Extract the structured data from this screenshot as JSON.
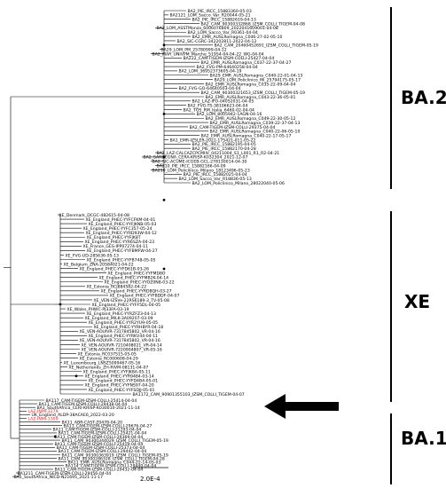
{
  "clades": [
    {
      "label": "BA.2"
    },
    {
      "label": "XE"
    },
    {
      "label": "BA.1"
    }
  ],
  "scale_bar_label": "2.0E-4",
  "highlight_color": "#d62728",
  "tip_color": "#000000",
  "ba2_tips": [
    "BA2_PIE_IRCC_15883360-05-03",
    "BA2121_LOM_Sacco_Var_R20044-05-21",
    "BA2_PIE_IRCC_15882619-04-13",
    "BA2_CAM_90300332868_IZSM_COLLI_TIGEM-04-08",
    "BA2_LOM_ASSTMonza_6006076809_2022041609001-04-08",
    "BA2_LOM_Sacco_Var_R0361-04-04",
    "BA2_EMR_AUSLRomagna_C046-27-02-05-10",
    "BA2_SIC-CGRC-342202811-2022-04-12",
    "BA2_CAM_20460452691_IZSM_COLLI_TIGEM-05-19",
    "BA29_LOM_PM_25780999-04-12",
    "BA2_MAR_UNIVPM_Marche_51954-04-04-22_WG-04-04",
    "BA222_CAM-TIGEM-IZSM-COLLI-25427-04-04",
    "BA2_EMR_AUSLRomagna_C037-22-37-04-27",
    "BA2_FVG-PM-64640258-04-04",
    "BA2_LOM_36952373605-04-19",
    "BA29_EMR_AUSLRomagna_C040-22-01-04-13",
    "BA29_LOM_Policlinico_Mi_25794175-05-17",
    "BA2_EMR_AUSLRomagna_C035-22-09-04-04",
    "BA2_FVG-GO-64640503-04-04",
    "BA2_CAM_90300321653_IZSM_COLLI_TIGEM-05-19",
    "BA2_EMR_AUSLRomagna_C043-22-36-05-01",
    "BA2_LAZ-IFO-04052031-04-05",
    "BA2_FVG-TS-38106623-04-04",
    "BA2_TOS_RM_Italia_6460-02-04-04",
    "BA2_LOM_8005942-1AGN-04-16",
    "BA2_EMR_AUSLRomagna_C049-22-30-05-12",
    "BA2_EMR_AUSLRomagna_C039-22-37-04-13",
    "BA2_CAM-TIGEM-IZSM-COLLI-29375-04-04",
    "BA2_EMR_AUSLRomagna_C040-22-06-05-10",
    "BA2_EMR_AUSLRomagna_C040-22-17-05-17",
    "BA1_EMR-IZSLER-2022-175421-011-05-22",
    "BA2_PIE_IRCC_15882195-04-05",
    "BA2_PIE_IRCC_15882170-04-28",
    "BA2_LAZ-CALCAZCPCMIIV_04211004_S1_L001_R1_R2-04-21",
    "BA2_SARDEGNA_CERA-KRISP-K032304_2021-12-07",
    "BA2_SIC-ACUME-ICGEB-GCL-278130014-04-30",
    "BA210_PIE_IRCC_15882166-04-09",
    "BA210_LOM_Policlinico_Milano_18123496-05-23",
    "BA2_PIE_IRCC_15882025-04-04",
    "BA2_LOM_Sacco_Var_R18836-05-13",
    "BA2_LOM_Policlinico_Milano_28022040-05-06"
  ],
  "xe_tips": [
    "XE_Denmark_DCGC-482615-04-08",
    "XE_England_PHEC-YYFCFKM-04-01",
    "XE_England_PHEC-YYFJKNB-05-03",
    "XE_England_PHEC-YYFC357-05-24",
    "XE_England_PHEC-YYRD93W-04-12",
    "XE_England_PHEC-YYFJK8T",
    "XE_England_PHEC-YYR6SZA-04-23",
    "XE_France_GES-IPP07274-04-11",
    "XE_England_PHEC-YYFBMFW-04-27",
    "XE_FVG-UD-285636-05-13",
    "XE_England_PHEC-YYFB748-05-05",
    "XE_Belgium_ZNA-20584021-04-22",
    "XE_England_PHEC-YYFD61B-03-26",
    "XE_England_PHEC-YYFMD8O",
    "XE_England_PHEC-YYFMB2K-04-14",
    "XE_England_PHEC-YYOZ0N8-03-22",
    "XE_Estonia_RCJ884582-04-22",
    "XE_England_PHEC-YYRD8QH-03-27",
    "XE_England_PHEC-YYFBDDF-04-07",
    "XE_VEN-IZSVe-22RS6189-3_TV-05-08",
    "XE_England_PHEC-YYFF5DL-04-05",
    "XE_Wales_PHWC-PJ33FA-03-19",
    "XE_England_PHEC-YYRZFZ3-04-13",
    "XE_England_MILK-3A09207-03-09",
    "XE_England_PHEC-YYR2YU9-05-05",
    "XE_England_PHEC-YYRHBYR-04-18",
    "XE_VEN-AOUIVR-7317845802_VR-04-16",
    "XE_England_PHEC-YYRKV44-04-11",
    "XE_VEN-AOUIVR-7317845802_VR-04-16",
    "XE_VEN-AOUIVR-7210408021_VR-04-14",
    "XE_VEN-AOUIVR-7220904807_VR-05-16",
    "XE_Estonia_RC037515-05-05",
    "XE_Estonia_RC000608-04-29",
    "XE_Luxembourg_LNSZ5099467-05-16",
    "XE_Netherlands_ZH-RIVM-08131-04-07",
    "XE_England_PHEC-YYFJK8A-05-11",
    "XE_England_PHEC-YYR9484-03-14",
    "XE_England_PHEC-YYFD4B4-05-01",
    "XE_England_PHEC-YYFNS97-04-20",
    "XE_England_PHEC-YYFSDJJ-05-01",
    "BA1172_CAM_90901355103_IZSM_COLLI_TIGEM-04-07"
  ],
  "ba1_tips": [
    {
      "label": "BA117_CAM-TIGEM-IZSM-COLLI-25414-04-04",
      "highlight": false
    },
    {
      "label": "BA11_CAM-TIGEM-IZSM-COLLI-29438-04-04",
      "highlight": false
    },
    {
      "label": "BA1_SouthAfrica_CERI-KRISP-K030010-2021-11-14",
      "highlight": false
    },
    {
      "label": "LAZ-INMI-3279",
      "highlight": true
    },
    {
      "label": "UK_England_ALDP-38ACAE6_2022-03-20",
      "highlight": false
    },
    {
      "label": "LAZ-INMI-3309",
      "highlight": true
    },
    {
      "label": "BA11_ABR-CAST-Z0478-04-20",
      "highlight": false
    },
    {
      "label": "BA11_CAM-TIGEM-IZSM-COLLI-29676-04-27",
      "highlight": false
    },
    {
      "label": "BA11_CAM-TIGEM-IZSM-COLLI-21293-04-04",
      "highlight": false
    },
    {
      "label": "BA11_CAM-TIGEM-IZSM-COLLI-25421-04-04",
      "highlight": false
    },
    {
      "label": "BA11_CAM-TIGEM-IZSM-COLLI-29369-04-04",
      "highlight": false
    },
    {
      "label": "BA11_CAM_90300344029_IZSM_COLLI_TIGEM-05-19",
      "highlight": false
    },
    {
      "label": "BA11_CAM-TIGEM-IZSM-COLLI-25419-04-04",
      "highlight": false
    },
    {
      "label": "BA11_CAM-TIGEM-IZSM-COLLI-25373-04-04",
      "highlight": false
    },
    {
      "label": "BA11_CAM-TIGEM-IZSM-COLLI-29442-04-04",
      "highlight": false
    },
    {
      "label": "BA11_CAM_90300363919_IZSM_COLLI_TIGEM-05-19",
      "highlight": false
    },
    {
      "label": "BA11_CAM_90300286328_IZSM_COLLI_TIGEM-04-28",
      "highlight": false
    },
    {
      "label": "BA11_EMR_AUSLRomagna_C044-22-14-05-03",
      "highlight": false
    },
    {
      "label": "BA114_CAM-TIGEM-IZSM-COLLI-29440-04-04",
      "highlight": false
    },
    {
      "label": "BA11_CAM-TIGEM-IZSM-COLLI-29432-04-04",
      "highlight": false
    },
    {
      "label": "BA1211_CAM-TIGEM-IZSM-COLLI-29456-04-04",
      "highlight": false
    },
    {
      "label": "BA1_SouthAfrica_NICD-N21695_2021-11-17",
      "highlight": false
    }
  ]
}
